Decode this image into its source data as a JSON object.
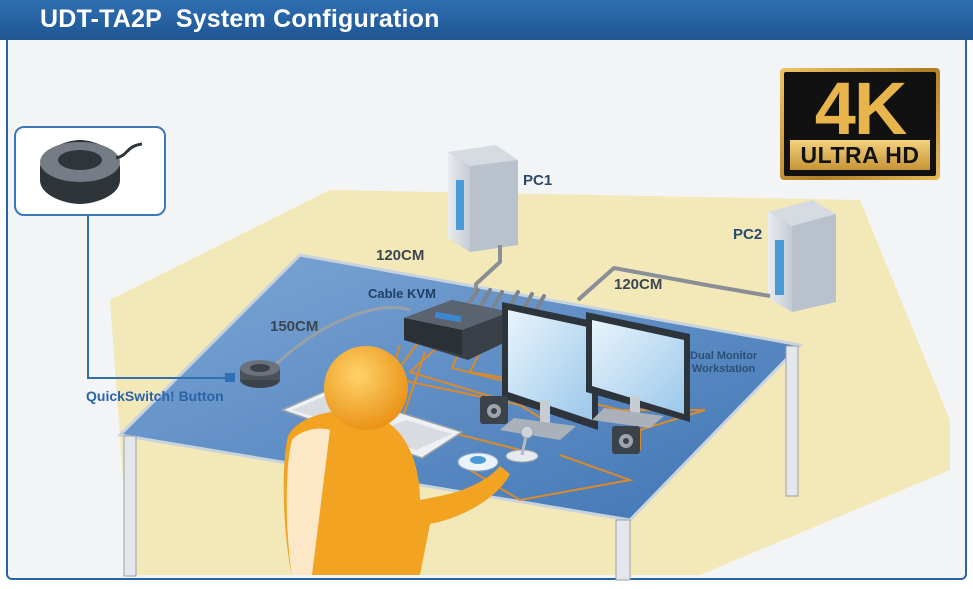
{
  "header": {
    "title": "UDT-TA2P  System Configuration"
  },
  "badge": {
    "big": "4K",
    "small": "ULTRA HD"
  },
  "labels": {
    "pc1": "PC1",
    "pc2": "PC2",
    "cable_pc1": "120CM",
    "cable_pc2": "120CM",
    "cable_button": "150CM",
    "cable_kvm": "Cable KVM",
    "quickswitch": "QuickSwitch! Button",
    "dual_monitor_line1": "Dual Monitor",
    "dual_monitor_line2": "Workstation"
  },
  "colors": {
    "header": "#2a66a8",
    "desk_top": "#5f8fc4",
    "desk_floor": "#f2e6b5",
    "orange_cable": "#d98a2b",
    "person": "#f2a321"
  }
}
